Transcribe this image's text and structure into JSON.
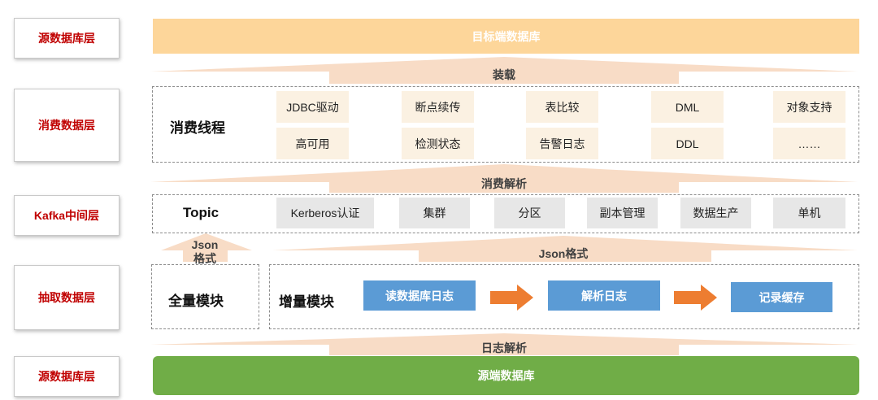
{
  "layers": [
    "源数据库层",
    "消费数据层",
    "Kafka中间层",
    "抽取数据层",
    "源数据库层"
  ],
  "target_db": "目标端数据库",
  "source_db": "源端数据库",
  "arrows": {
    "load": "装载",
    "consume_parse": "消费解析",
    "json_format": "Json格式",
    "json_format_left_1": "Json",
    "json_format_left_2": "格式",
    "log_parse": "日志解析"
  },
  "consumer": {
    "title": "消费线程",
    "row1": [
      "JDBC驱动",
      "断点续传",
      "表比较",
      "DML",
      "对象支持"
    ],
    "row2": [
      "高可用",
      "检测状态",
      "告警日志",
      "DDL",
      "……"
    ]
  },
  "kafka": {
    "title": "Topic",
    "items": [
      "Kerberos认证",
      "集群",
      "分区",
      "副本管理",
      "数据生产",
      "单机"
    ]
  },
  "extract": {
    "full": "全量模块",
    "incremental": "增量模块",
    "steps": [
      "读数据库日志",
      "解析日志",
      "记录缓存"
    ]
  },
  "colors": {
    "accent_red": "#c00000",
    "target": "#fdd69a",
    "source": "#70ad47",
    "step": "#5b9bd5",
    "arrow": "#ed7d31"
  }
}
